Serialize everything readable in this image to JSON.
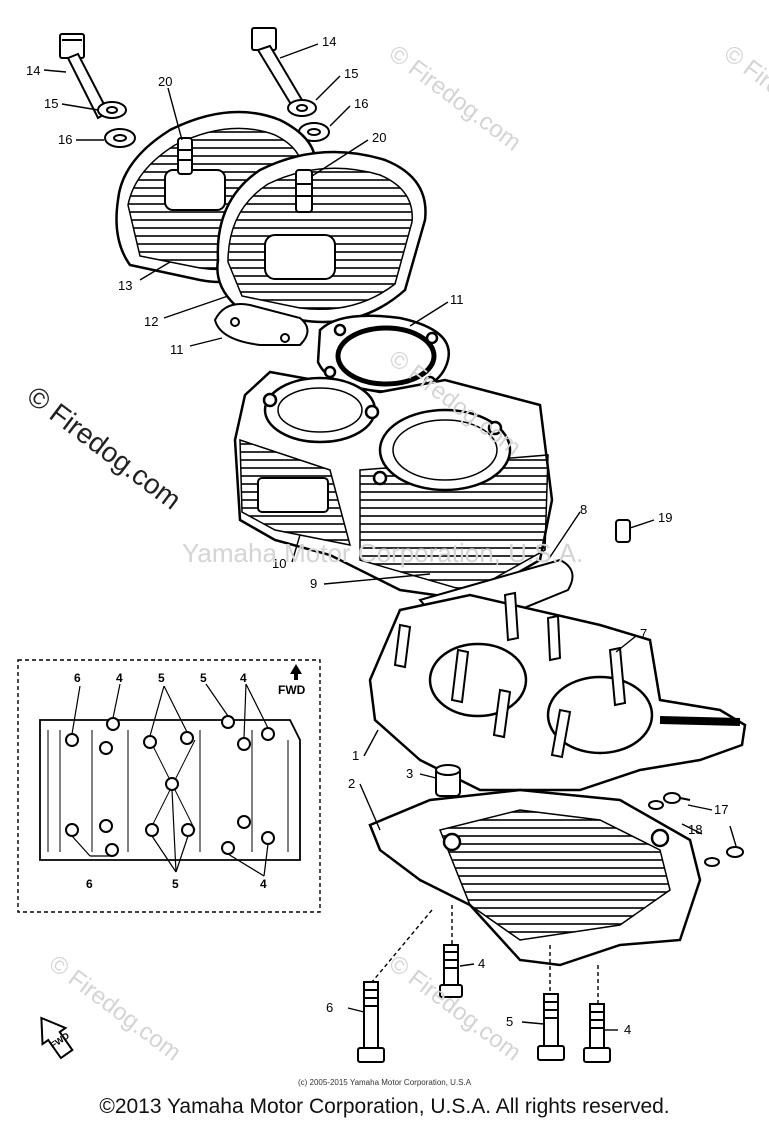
{
  "watermarks": {
    "main": "© Firedog.com",
    "center": "Yamaha Motor Corporation, U.S.A.",
    "small": "© Firedog.com"
  },
  "top_copyright": "(c) 2005-2015 Yamaha Motor Corporation, U.S.A",
  "footer_copyright": "©2013 Yamaha Motor Corporation, U.S.A. All rights reserved.",
  "callouts": {
    "c14a": "14",
    "c14b": "14",
    "c15a": "15",
    "c15b": "15",
    "c16a": "16",
    "c16b": "16",
    "c20a": "20",
    "c20b": "20",
    "c13": "13",
    "c12": "12",
    "c11a": "11",
    "c11b": "11",
    "c10": "10",
    "c9": "9",
    "c8": "8",
    "c19": "19",
    "c7": "7",
    "c1": "1",
    "c3": "3",
    "c2": "2",
    "c17": "17",
    "c18": "18",
    "c4a": "4",
    "c4b": "4",
    "c6": "6",
    "c5": "5"
  },
  "inset": {
    "fwd": "FWD",
    "top_labels": [
      "6",
      "4",
      "5",
      "5",
      "4"
    ],
    "bottom_labels": [
      "6",
      "5",
      "4"
    ]
  },
  "fwd_badge": "FWD"
}
